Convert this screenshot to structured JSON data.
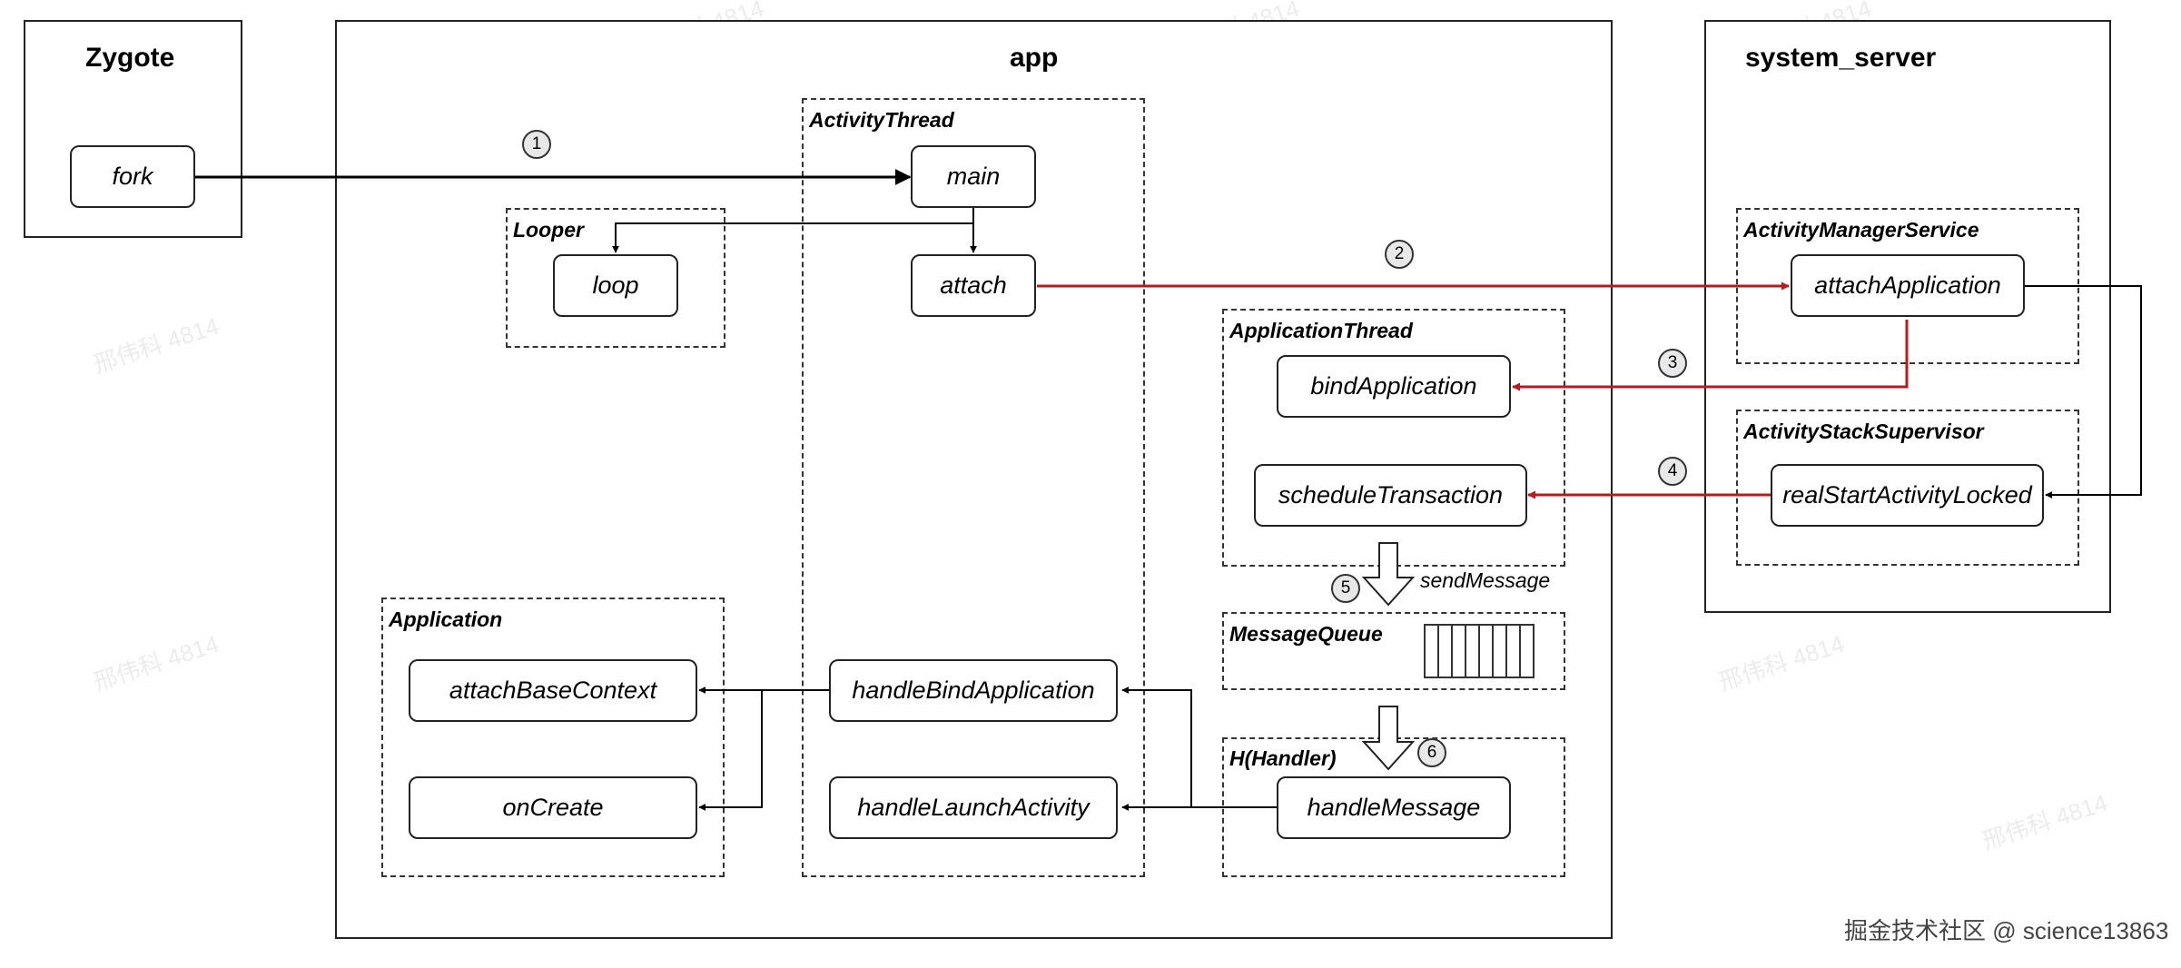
{
  "containers": {
    "zygote": "Zygote",
    "app": "app",
    "system_server": "system_server"
  },
  "groups": {
    "activity_thread": "ActivityThread",
    "looper": "Looper",
    "application_thread": "ApplicationThread",
    "message_queue": "MessageQueue",
    "handler": "H(Handler)",
    "application": "Application",
    "activity_manager_service": "ActivityManagerService",
    "activity_stack_supervisor": "ActivityStackSupervisor"
  },
  "nodes": {
    "fork": "fork",
    "main": "main",
    "attach": "attach",
    "loop": "loop",
    "bind_application": "bindApplication",
    "schedule_transaction": "scheduleTransaction",
    "handle_message": "handleMessage",
    "handle_bind_application": "handleBindApplication",
    "handle_launch_activity": "handleLaunchActivity",
    "attach_base_context": "attachBaseContext",
    "on_create": "onCreate",
    "attach_application": "attachApplication",
    "real_start_activity_locked": "realStartActivityLocked"
  },
  "steps": [
    "1",
    "2",
    "3",
    "4",
    "5",
    "6"
  ],
  "send_message": "sendMessage",
  "watermark": "邢伟科 4814",
  "credit": "掘金技术社区 @ science13863",
  "colors": {
    "red_arrow": "#c0181a",
    "black_arrow": "#000000"
  }
}
